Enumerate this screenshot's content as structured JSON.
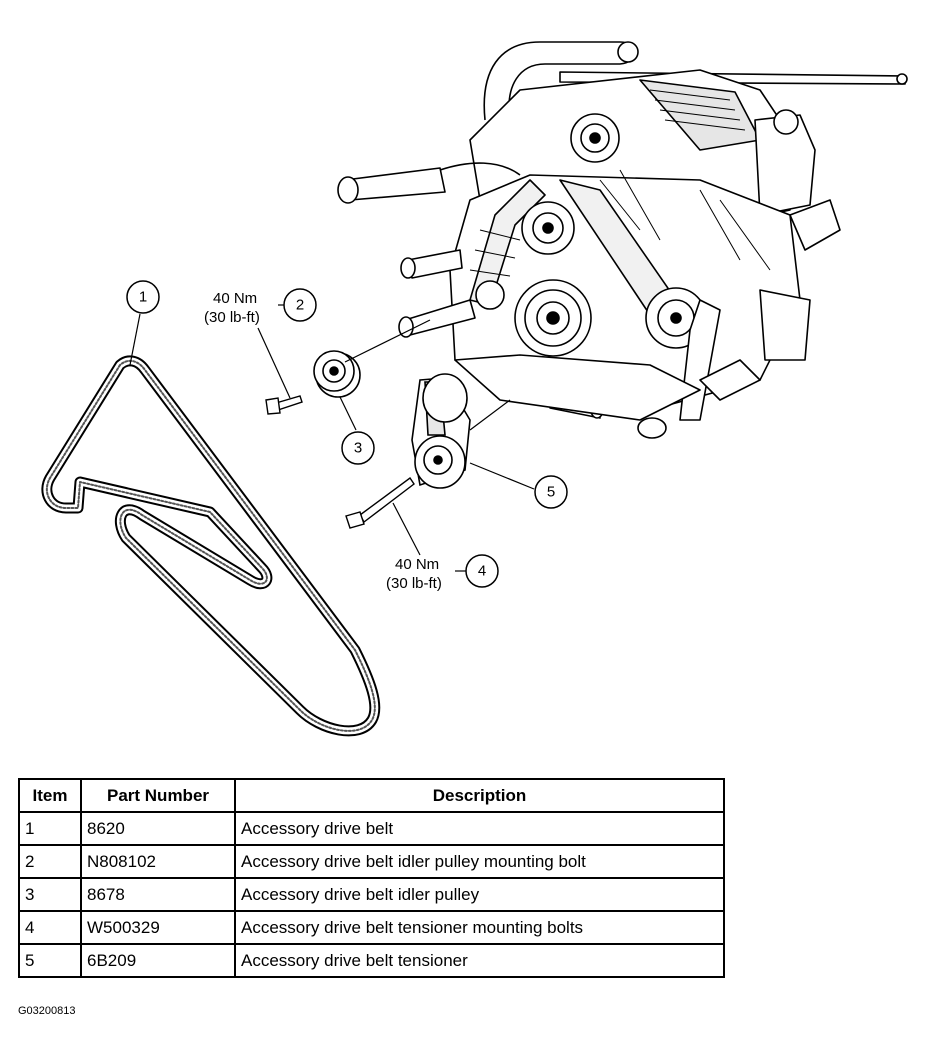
{
  "callouts": [
    {
      "num": "1"
    },
    {
      "num": "2",
      "torque_nm": "40 Nm",
      "torque_lbft": "(30 lb-ft)"
    },
    {
      "num": "3"
    },
    {
      "num": "4",
      "torque_nm": "40 Nm",
      "torque_lbft": "(30 lb-ft)"
    },
    {
      "num": "5"
    }
  ],
  "table": {
    "headers": [
      "Item",
      "Part Number",
      "Description"
    ],
    "rows": [
      {
        "item": "1",
        "part": "8620",
        "desc": "Accessory drive belt"
      },
      {
        "item": "2",
        "part": "N808102",
        "desc": "Accessory drive belt idler pulley mounting bolt"
      },
      {
        "item": "3",
        "part": "8678",
        "desc": "Accessory drive belt idler pulley"
      },
      {
        "item": "4",
        "part": "W500329",
        "desc": "Accessory drive belt tensioner mounting bolts"
      },
      {
        "item": "5",
        "part": "6B209",
        "desc": "Accessory drive belt tensioner"
      }
    ]
  },
  "figure_code": "G03200813"
}
